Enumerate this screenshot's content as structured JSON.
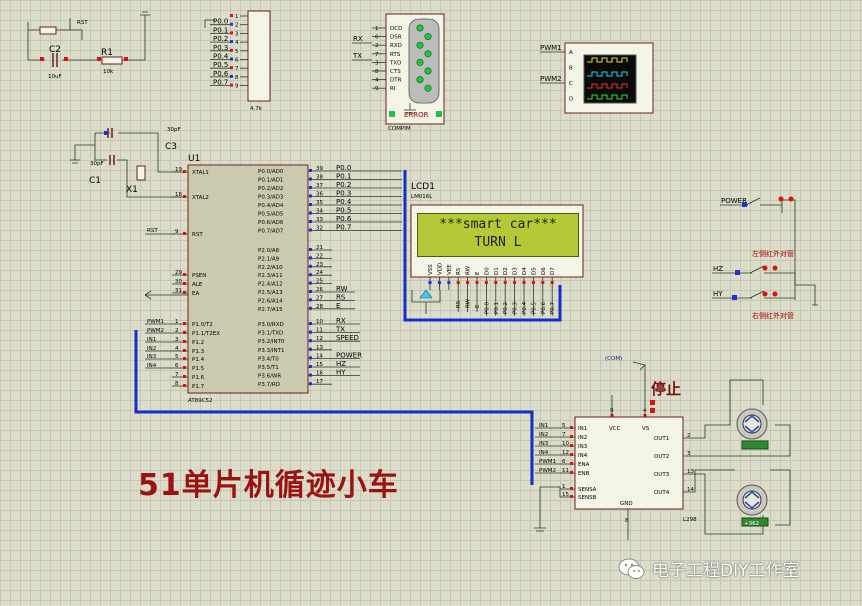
{
  "title_text": "51单片机循迹小车",
  "stop_label": "停止",
  "watermark": "电子工程DIY工作室",
  "lcd": {
    "ref": "LCD1",
    "model": "LM016L",
    "line1": "***smart car***",
    "line2": "TURN L",
    "pins": [
      "VSS",
      "VDD",
      "VEE",
      "RS",
      "RW",
      "E",
      "D0",
      "D1",
      "D2",
      "D3",
      "D4",
      "D5",
      "D6",
      "D7"
    ]
  },
  "mcu": {
    "ref": "U1",
    "model": "AT89C52",
    "left_pins": [
      [
        "19",
        "XTAL1"
      ],
      [
        "18",
        "XTAL2"
      ],
      [
        "9",
        "RST"
      ],
      [
        "29",
        "PSEN"
      ],
      [
        "30",
        "ALE"
      ],
      [
        "31",
        "EA"
      ],
      [
        "1",
        "P1.0/T2"
      ],
      [
        "2",
        "P1.1/T2EX"
      ],
      [
        "3",
        "P1.2"
      ],
      [
        "4",
        "P1.3"
      ],
      [
        "5",
        "P1.4"
      ],
      [
        "6",
        "P1.5"
      ],
      [
        "7",
        "P1.6"
      ],
      [
        "8",
        "P1.7"
      ]
    ],
    "right_p0": [
      [
        "39",
        "P0.0/AD0"
      ],
      [
        "38",
        "P0.1/AD1"
      ],
      [
        "37",
        "P0.2/AD2"
      ],
      [
        "36",
        "P0.3/AD3"
      ],
      [
        "35",
        "P0.4/AD4"
      ],
      [
        "34",
        "P0.5/AD5"
      ],
      [
        "33",
        "P0.6/AD6"
      ],
      [
        "32",
        "P0.7/AD7"
      ]
    ],
    "right_p2": [
      [
        "21",
        "P2.0/A8"
      ],
      [
        "22",
        "P2.1/A9"
      ],
      [
        "23",
        "P2.2/A10"
      ],
      [
        "24",
        "P2.3/A11"
      ],
      [
        "25",
        "P2.4/A12"
      ],
      [
        "26",
        "P2.5/A13"
      ],
      [
        "27",
        "P2.6/A14"
      ],
      [
        "28",
        "P2.7/A15"
      ]
    ],
    "right_p3": [
      [
        "10",
        "P3.0/RXD"
      ],
      [
        "11",
        "P3.1/TXD"
      ],
      [
        "12",
        "P3.2/INT0"
      ],
      [
        "13",
        "P3.3/INT1"
      ],
      [
        "14",
        "P3.4/T0"
      ],
      [
        "15",
        "P3.5/T1"
      ],
      [
        "16",
        "P3.6/WR"
      ],
      [
        "17",
        "P3.7/RD"
      ]
    ]
  },
  "nets": {
    "p0": [
      "P0.0",
      "P0.1",
      "P0.2",
      "P0.3",
      "P0.4",
      "P0.5",
      "P0.6",
      "P0.7"
    ],
    "p1_left": [
      "PWM1",
      "PWM2",
      "IN1",
      "IN2",
      "IN3",
      "IN4",
      "",
      ""
    ],
    "p2_right": [
      "",
      "",
      "",
      "",
      "",
      "RW",
      "RS",
      "E"
    ],
    "p3_right": [
      "RX",
      "TX",
      "SPEED",
      "",
      "POWER",
      "HZ",
      "HY",
      ""
    ],
    "rst": "RST"
  },
  "rp": {
    "pins": [
      "1",
      "2",
      "3",
      "4",
      "5",
      "6",
      "7",
      "8",
      "9"
    ],
    "nets": [
      "P0.0",
      "P0.1",
      "P0.2",
      "P0.3",
      "P0.4",
      "P0.5",
      "P0.6",
      "P0.7"
    ],
    "value": "4.7k"
  },
  "crystal": {
    "c2": "C2",
    "c2_val": "10uF",
    "r1": "R1",
    "r1_val": "10k",
    "c3": "C3",
    "c3_val": "30pF",
    "c1": "C1",
    "c1_val": "30pF",
    "x1": "X1",
    "rst": "RST"
  },
  "compim": {
    "ref": "COMPIM",
    "error": "ERROR",
    "pins": [
      [
        "1",
        "DCD"
      ],
      [
        "6",
        "DSR"
      ],
      [
        "2",
        "RXD"
      ],
      [
        "7",
        "RTS"
      ],
      [
        "3",
        "TXD"
      ],
      [
        "8",
        "CTS"
      ],
      [
        "4",
        "DTR"
      ],
      [
        "9",
        "RI"
      ]
    ],
    "nets": [
      "RX",
      "TX"
    ]
  },
  "scope": {
    "pins": [
      "A",
      "B",
      "C",
      "D"
    ],
    "nets": [
      "PWM1",
      "PWM2"
    ]
  },
  "l298": {
    "ref": "L298",
    "left": [
      [
        "5",
        "IN1"
      ],
      [
        "7",
        "IN2"
      ],
      [
        "10",
        "IN3"
      ],
      [
        "12",
        "IN4"
      ],
      [
        "6",
        "ENA"
      ],
      [
        "11",
        "ENB"
      ],
      [
        "1",
        "SENSA"
      ],
      [
        "15",
        "SENSB"
      ]
    ],
    "left_nets": [
      "IN1",
      "IN2",
      "IN3",
      "IN4",
      "PWM1",
      "PWM2"
    ],
    "top": [
      [
        "9",
        "VCC"
      ],
      [
        "4",
        "VS"
      ]
    ],
    "right": [
      [
        "2",
        "OUT1"
      ],
      [
        "3",
        "OUT2"
      ],
      [
        "13",
        "OUT3"
      ],
      [
        "14",
        "OUT4"
      ]
    ],
    "gnd": [
      "8",
      "GND"
    ],
    "com": "(COM)"
  },
  "motors": {
    "m1_val": "",
    "m2_val": "+362"
  },
  "switches": {
    "power": "POWER",
    "hz": "HZ",
    "hy": "HY",
    "left_label": "左侧红外对管",
    "right_label": "右侧红外对管"
  }
}
